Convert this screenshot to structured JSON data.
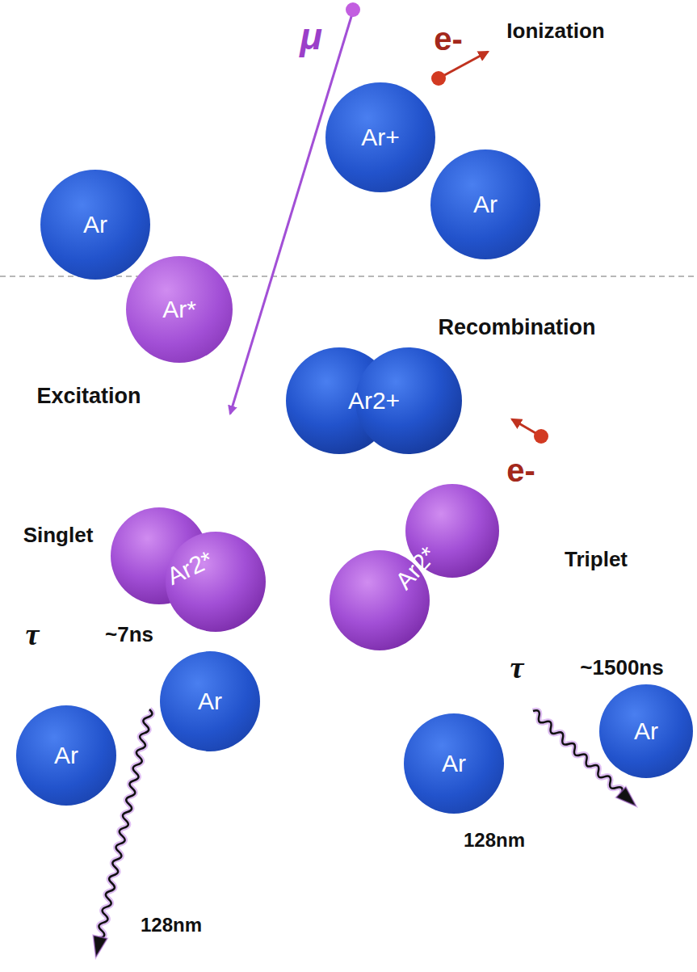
{
  "diagram": {
    "nodes": [
      {
        "text": [
          "Ar+"
        ]
      },
      {
        "text": [
          "Ar"
        ]
      },
      {
        "text": [
          "Ar"
        ]
      },
      {
        "text": [
          "Ar*"
        ]
      },
      {
        "text": [
          "Ar2+"
        ]
      },
      {
        "text": [
          "Ar2*"
        ]
      },
      {
        "text": [
          "Ar2*"
        ]
      },
      {
        "text": [
          "Ar"
        ]
      },
      {
        "text": [
          "Ar"
        ]
      },
      {
        "text": [
          "Ar"
        ]
      },
      {
        "text": [
          "Ar"
        ]
      }
    ],
    "labels": [
      "μ",
      "e-",
      "Ionization",
      "Recombination",
      "Excitation",
      "e-",
      "Singlet",
      "Triplet",
      "τ",
      "~7ns",
      "τ",
      "~1500ns",
      "128nm",
      "128nm"
    ]
  }
}
